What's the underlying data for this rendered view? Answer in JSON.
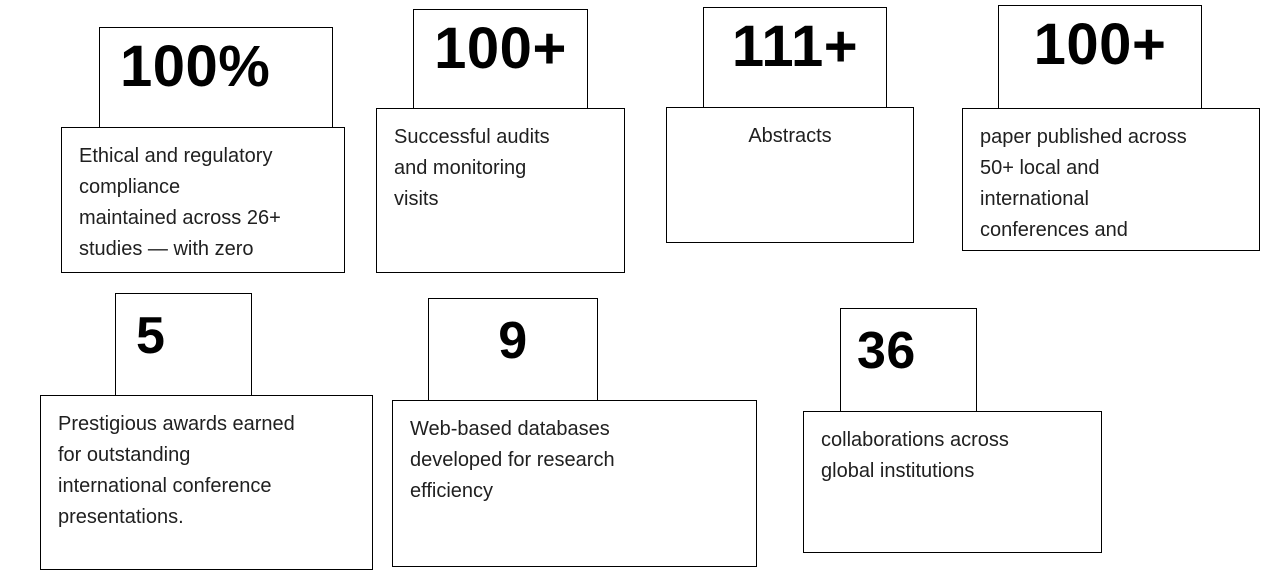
{
  "page": {
    "background_color": "#ffffff",
    "border_color": "#000000",
    "number_color": "#000000",
    "text_color": "#202020"
  },
  "cards": [
    {
      "value": "100%",
      "description": "Ethical and regulatory compliance maintained across 26+ studies — with zero",
      "lines": [
        "Ethical and regulatory",
        "compliance",
        "maintained across 26+",
        "studies — with zero"
      ]
    },
    {
      "value": "100+",
      "description": "Successful audits and monitoring visits",
      "lines": [
        "Successful audits",
        "and monitoring",
        "visits"
      ]
    },
    {
      "value": "111+",
      "description": "Abstracts",
      "lines": [
        "Abstracts"
      ]
    },
    {
      "value": "100+",
      "description": "paper published across 50+ local and international conferences and",
      "lines": [
        "paper published across",
        "50+ local and",
        "international",
        "conferences and"
      ]
    },
    {
      "value": "5",
      "description": "Prestigious awards earned for outstanding international conference presentations.",
      "lines": [
        "Prestigious awards earned",
        "for outstanding",
        "international conference",
        "presentations."
      ]
    },
    {
      "value": "9",
      "description": "Web-based databases developed for research efficiency",
      "lines": [
        "Web-based databases",
        "developed for research",
        "efficiency"
      ]
    },
    {
      "value": "36",
      "description": "collaborations across global institutions",
      "lines": [
        "collaborations across",
        "global institutions"
      ]
    }
  ]
}
